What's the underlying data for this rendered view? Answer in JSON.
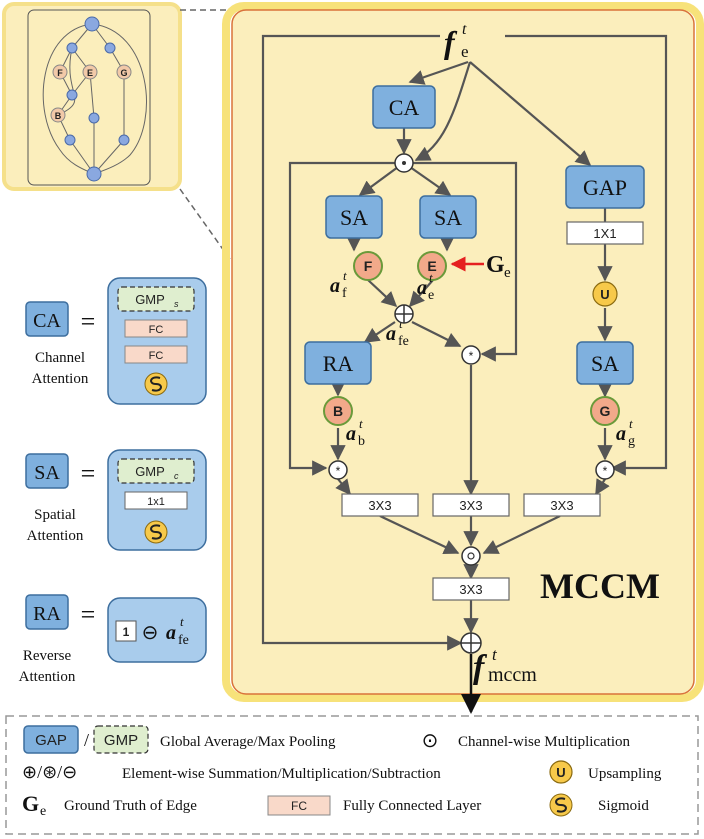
{
  "title": "MCCM",
  "main": {
    "input_symbol": "f",
    "input_sup": "t",
    "input_sub": "e",
    "output_symbol": "f",
    "output_sup": "t",
    "output_sub": "mccm",
    "ca_label": "CA",
    "gap_label": "GAP",
    "sa_label": "SA",
    "ra_label": "RA",
    "conv1x1_label": "1X1",
    "conv3x3_label": "3X3",
    "node_f": "F",
    "node_e": "E",
    "node_b": "B",
    "node_g": "G",
    "node_u": "U",
    "ground_truth": "G",
    "ground_truth_sub": "e",
    "a_f": "a",
    "a_f_sup": "t",
    "a_f_sub": "f",
    "a_e": "a",
    "a_e_sup": "t",
    "a_e_sub": "e",
    "a_fe": "a",
    "a_fe_sup": "t",
    "a_fe_sub": "fe",
    "a_b": "a",
    "a_b_sup": "t",
    "a_b_sub": "b",
    "a_g": "a",
    "a_g_sup": "t",
    "a_g_sub": "g"
  },
  "inset": {
    "nodes": [
      "F",
      "E",
      "G",
      "B"
    ]
  },
  "definitions": {
    "ca": {
      "label": "CA",
      "equals": "=",
      "name_line1": "Channel",
      "name_line2": "Attention",
      "gmp": "GMP",
      "gmp_sub": "s",
      "fc1": "FC",
      "fc2": "FC"
    },
    "sa": {
      "label": "SA",
      "equals": "=",
      "name_line1": "Spatial",
      "name_line2": "Attention",
      "gmp": "GMP",
      "gmp_sub": "c",
      "conv": "1x1"
    },
    "ra": {
      "label": "RA",
      "equals": "=",
      "name_line1": "Reverse",
      "name_line2": "Attention",
      "one": "1",
      "minus": "⊖",
      "a": "a",
      "a_sup": "t",
      "a_sub": "fe"
    }
  },
  "legend": {
    "gap": "GAP",
    "slash": "/",
    "gmp": "GMP",
    "pool_text": "Global Average/Max Pooling",
    "channel_mult_symbol": "⊙",
    "channel_mult_text": "Channel-wise Multiplication",
    "elementwise_symbols": "⊕/⊛/⊖",
    "elementwise_text": "Element-wise Summation/Multiplication/Subtraction",
    "upsample_symbol": "U",
    "upsample_text": "Upsampling",
    "gt_symbol": "G",
    "gt_sub": "e",
    "gt_text": "Ground Truth of Edge",
    "fc_symbol": "FC",
    "fc_text": "Fully Connected Layer",
    "sigmoid_text": "Sigmoid"
  },
  "colors": {
    "panel_fill": "#fbeebc",
    "panel_border": "#d9723a",
    "block_fill": "#7fb0de",
    "block_border": "#3d6e9e",
    "node_fill": "#f2a98a",
    "node_border": "#6a9a3a",
    "arrow": "#555555",
    "red_arrow": "#e52020"
  }
}
